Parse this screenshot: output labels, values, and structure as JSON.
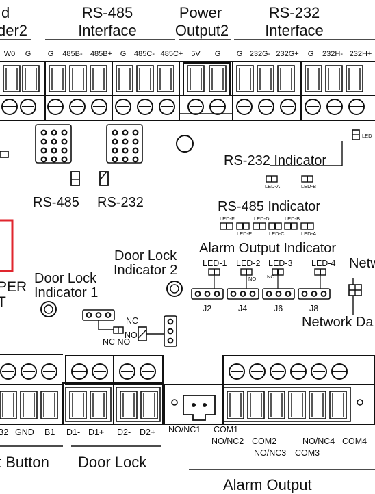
{
  "headings": {
    "reader_top": "d",
    "reader_bottom": "der2",
    "rs485_top": "RS-485",
    "rs485_bottom": "Interface",
    "power_top": "Power",
    "power_bottom": "Output2",
    "rs232_top": "RS-232",
    "rs232_bottom": "Interface"
  },
  "top_pins": {
    "reader": [
      "W0",
      "G"
    ],
    "rs485": [
      "G",
      "485B-",
      "485B+",
      "G",
      "485C-",
      "485C+"
    ],
    "power": [
      "5V",
      "G"
    ],
    "rs232": [
      "G",
      "232G-",
      "232G+",
      "G",
      "232H-",
      "232H+"
    ]
  },
  "labels": {
    "led_right": "LED",
    "rs232_indicator": "RS-232 Indicator",
    "rs485_jumper": "RS-485",
    "rs232_jumper": "RS-232",
    "rs485_indicator": "RS-485 Indicator",
    "alarm_output_indicator": "Alarm Output Indicator",
    "network_partial": "Netw",
    "tamper_top": "PER",
    "tamper_bottom": "T",
    "door_lock_ind1_top": "Door Lock",
    "door_lock_ind1_bottom": "Indicator 1",
    "door_lock_ind2_top": "Door Lock",
    "door_lock_ind2_bottom": "Indicator 2",
    "network_data_partial": "Network Da",
    "nc": "NC",
    "no": "NO",
    "nc_no": "NC NO",
    "no_small": "NO",
    "nc_small": "NC"
  },
  "rs232_leds": [
    "LED-A",
    "LED-B"
  ],
  "rs485_leds_top": [
    "LED-F",
    "LED-D",
    "LED-B"
  ],
  "rs485_leds_bottom": [
    "LED-E",
    "LED-C",
    "LED-A"
  ],
  "alarm_leds": [
    "LED-1",
    "LED-2",
    "LED-3",
    "LED-4"
  ],
  "jumpers": [
    "J2",
    "J4",
    "J6",
    "J8"
  ],
  "bottom_pins": {
    "exit_button": [
      "B2",
      "GND",
      "B1"
    ],
    "door_lock": [
      "D1-",
      "D1+",
      "D2-",
      "D2+"
    ],
    "alarm_row1": [
      "NO/NC1",
      "COM1"
    ],
    "alarm_row2": [
      "NO/NC2",
      "COM2",
      "NO/NC4",
      "COM4"
    ],
    "alarm_row3": [
      "NO/NC3",
      "COM3"
    ]
  },
  "bottom_headings": {
    "exit_button": "t Button",
    "door_lock": "Door Lock",
    "alarm_output": "Alarm Output"
  },
  "colors": {
    "ink": "#111111",
    "highlight": "#e0262e"
  }
}
